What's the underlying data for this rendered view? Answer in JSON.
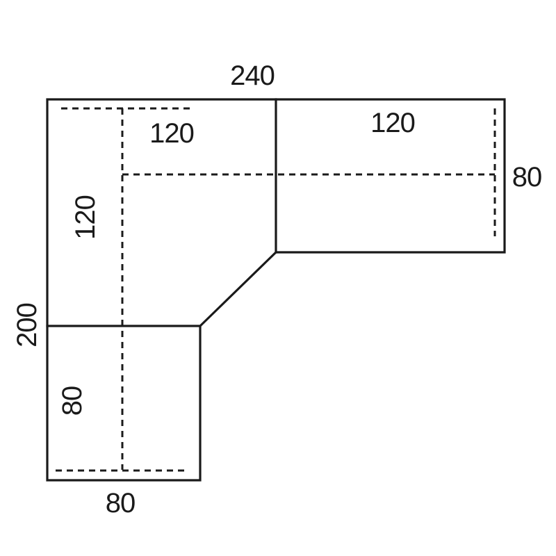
{
  "dimensions": {
    "top_total": "240",
    "inner_top": "120",
    "right_desk_length": "120",
    "right_desk_depth": "80",
    "left_inner_length": "120",
    "left_total": "200",
    "bottom_desk_depth": "80",
    "bottom_width": "80"
  },
  "colors": {
    "line": "#1a1a1a",
    "background": "#ffffff"
  }
}
